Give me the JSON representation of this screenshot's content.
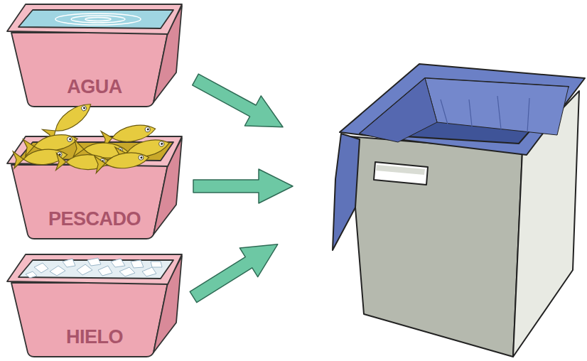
{
  "diagram": {
    "nodes": [
      {
        "text": [
          "AGUA"
        ]
      },
      {
        "text": [
          "PESCADO"
        ]
      },
      {
        "text": [
          "HIELO"
        ]
      }
    ]
  }
}
